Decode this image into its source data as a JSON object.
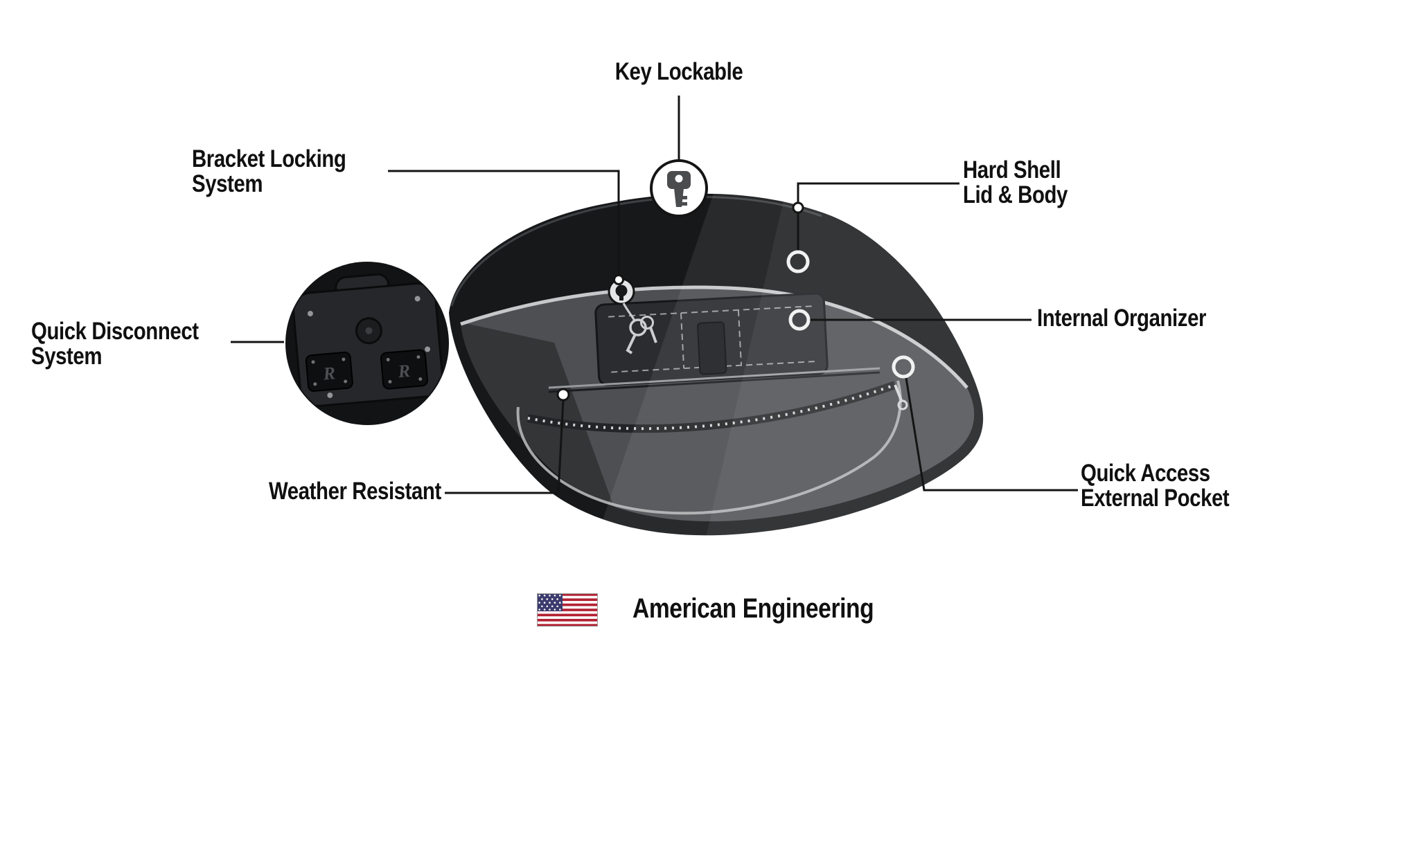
{
  "theme": {
    "ink": "#141414",
    "text": "#101010",
    "bag-shell": "#17181a",
    "bag-face": "#4d4f52",
    "seam": "#c6c8ca",
    "panel": "#2b2c2f",
    "zipper": "#d4d5d7",
    "marker": "#f2f2f2",
    "key-gray": "#4b4c4e",
    "flag-red": "#B22234",
    "flag-blue": "#3C3B6E"
  },
  "labels": {
    "key_lockable": {
      "text": "Key Lockable"
    },
    "bracket_locking": {
      "line1": "Bracket Locking",
      "line2": "System"
    },
    "hard_shell": {
      "line1": "Hard Shell",
      "line2": "Lid & Body"
    },
    "quick_disconnect": {
      "line1": "Quick Disconnect",
      "line2": "System"
    },
    "internal_organizer": {
      "text": "Internal Organizer"
    },
    "weather_resistant": {
      "text": "Weather Resistant"
    },
    "quick_access": {
      "line1": "Quick Access",
      "line2": "External Pocket"
    },
    "footer": {
      "text": "American Engineering"
    }
  },
  "inset": {
    "logo": "R"
  },
  "icons": {
    "key_badge": "key-icon",
    "lock": "keyhole-lock-icon",
    "flag": "usa-flag-icon",
    "inset": "quick-disconnect-backplate"
  }
}
